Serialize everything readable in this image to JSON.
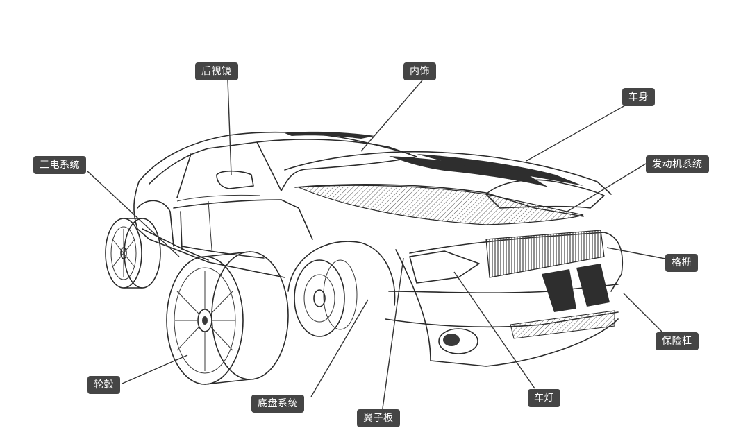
{
  "colors": {
    "label_bg": "#454545",
    "label_text": "#ffffff",
    "line": "#333333"
  },
  "labels": {
    "mirror": "后视镜",
    "interior": "内饰",
    "body": "车身",
    "battery": "三电系统",
    "engine": "发动机系统",
    "grille": "格栅",
    "bumper": "保险杠",
    "wheel_hub": "轮毂",
    "chassis": "底盘系统",
    "fender": "翼子板",
    "lights": "车灯"
  }
}
